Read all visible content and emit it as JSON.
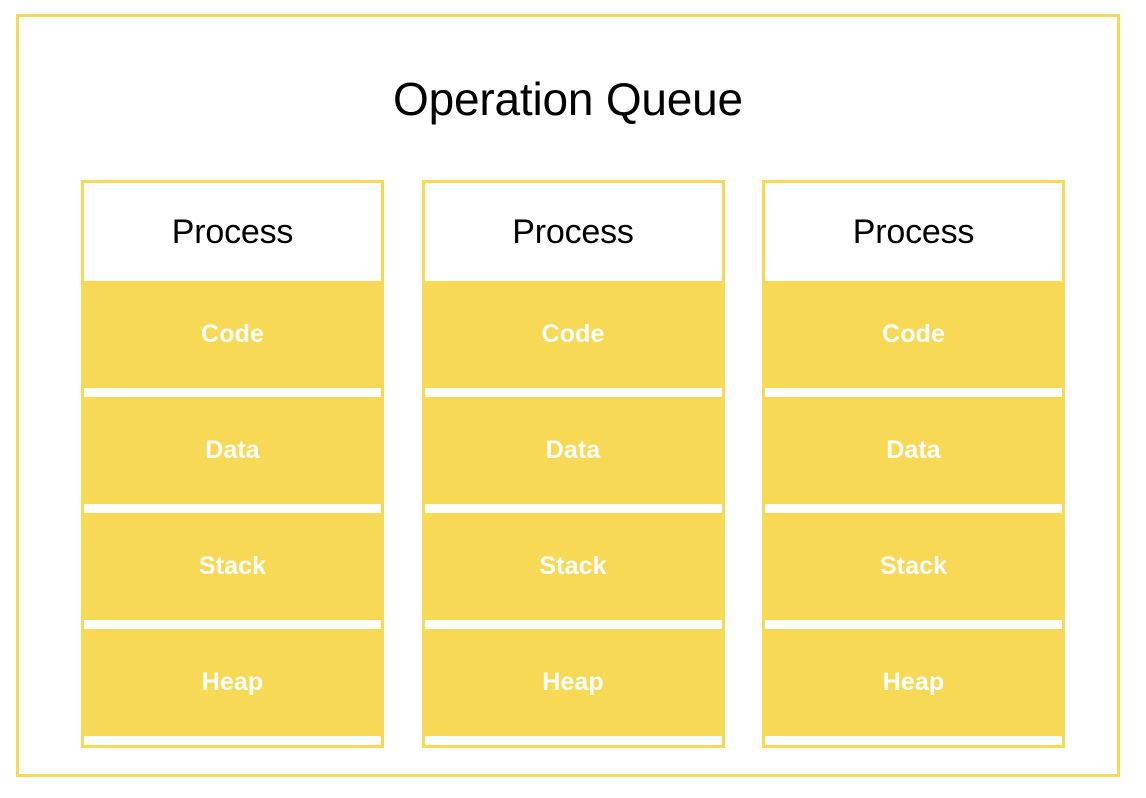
{
  "diagram": {
    "title": "Operation Queue",
    "colors": {
      "accent": "#F7D955",
      "segment_fill": "#F7D955",
      "segment_label": "#FFFFFF",
      "header_fill": "#FFFFFF",
      "header_label": "#000000",
      "page_background": "#FFFFFF"
    },
    "columns": [
      {
        "header": "Process",
        "segments": [
          "Code",
          "Data",
          "Stack",
          "Heap"
        ]
      },
      {
        "header": "Process",
        "segments": [
          "Code",
          "Data",
          "Stack",
          "Heap"
        ]
      },
      {
        "header": "Process",
        "segments": [
          "Code",
          "Data",
          "Stack",
          "Heap"
        ]
      }
    ]
  }
}
